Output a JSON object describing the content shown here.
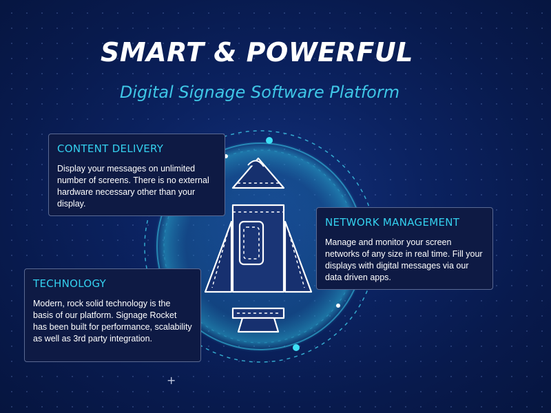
{
  "hero": {
    "title": "SMART & POWERFUL",
    "subtitle": "Digital Signage Software Platform"
  },
  "cards": {
    "content_delivery": {
      "heading": "CONTENT DELIVERY",
      "body": "Display your messages on unlimited number of screens. There is no external hardware necessary other than your display."
    },
    "network_management": {
      "heading": "NETWORK MANAGEMENT",
      "body": "Manage and monitor your screen networks of any size in real time. Fill your displays with digital messages via our data driven apps."
    },
    "technology": {
      "heading": "TECHNOLOGY",
      "body": "Modern, rock solid technology is the basis of our platform. Signage Rocket has been built for performance, scalability as well as 3rd party integration."
    }
  },
  "decor": {
    "plus_glyph": "+",
    "rocket_icon": "rocket-exploded-icon"
  },
  "colors": {
    "background": "#0b2260",
    "accent_cyan": "#34d1ef",
    "subtitle": "#3fc6e6",
    "card_bg": "#0e1a44",
    "card_border": "#5b6a93"
  }
}
